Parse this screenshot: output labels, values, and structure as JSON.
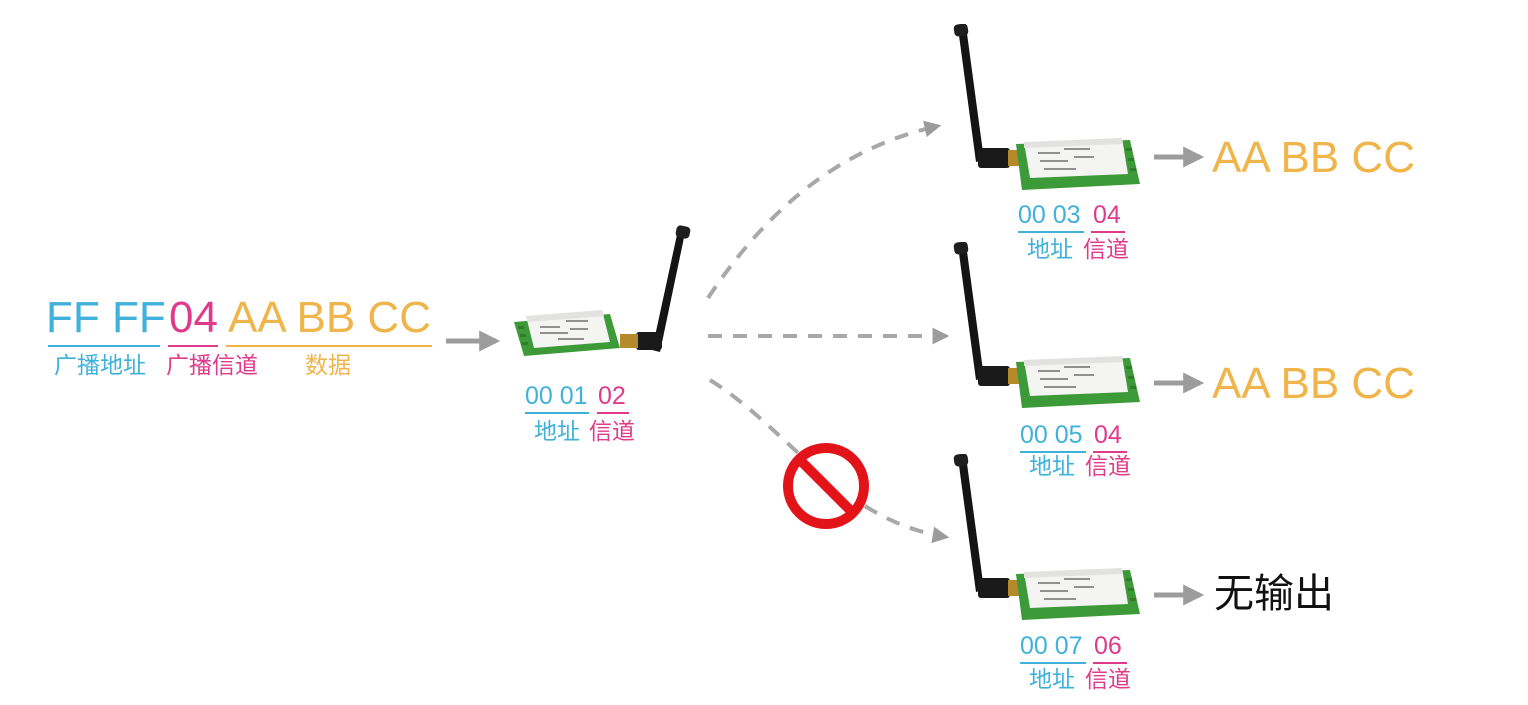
{
  "colors": {
    "address": "#3fb1da",
    "channel": "#e03a8c",
    "data": "#f0b54a",
    "none": "#111111",
    "arrow": "#9c9c9c",
    "prohibit": "#e2141a"
  },
  "packet": {
    "address": "FF FF",
    "channel": "04",
    "data": "AA BB CC",
    "address_label": "广播地址",
    "channel_label": "广播信道",
    "data_label": "数据"
  },
  "sender": {
    "address": "00 01",
    "channel": "02",
    "address_label": "地址",
    "channel_label": "信道"
  },
  "receivers": [
    {
      "address": "00 03",
      "channel": "04",
      "address_label": "地址",
      "channel_label": "信道",
      "output": "AA BB CC"
    },
    {
      "address": "00 05",
      "channel": "04",
      "address_label": "地址",
      "channel_label": "信道",
      "output": "AA BB CC"
    },
    {
      "address": "00 07",
      "channel": "06",
      "address_label": "地址",
      "channel_label": "信道",
      "output": "无输出"
    }
  ],
  "icons": {
    "module": "wireless-module-icon",
    "blocked": "prohibited-icon",
    "arrow": "arrow-right-icon"
  }
}
